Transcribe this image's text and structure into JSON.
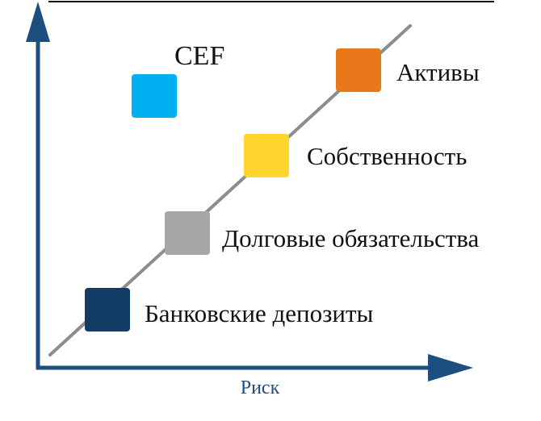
{
  "x_axis_label": "Риск",
  "colors": {
    "axis": "#1c4e80",
    "diagonal": "#8c8c8c",
    "axis_label": "#1f4e7d"
  },
  "items": [
    {
      "label": "CEF",
      "color": "#00b0f0"
    },
    {
      "label": "Активы",
      "color": "#e87819"
    },
    {
      "label": "Собственность",
      "color": "#ffd52e"
    },
    {
      "label": "Долговые обязательства",
      "color": "#a6a6a6"
    },
    {
      "label": "Банковские депозиты",
      "color": "#123c64"
    }
  ]
}
